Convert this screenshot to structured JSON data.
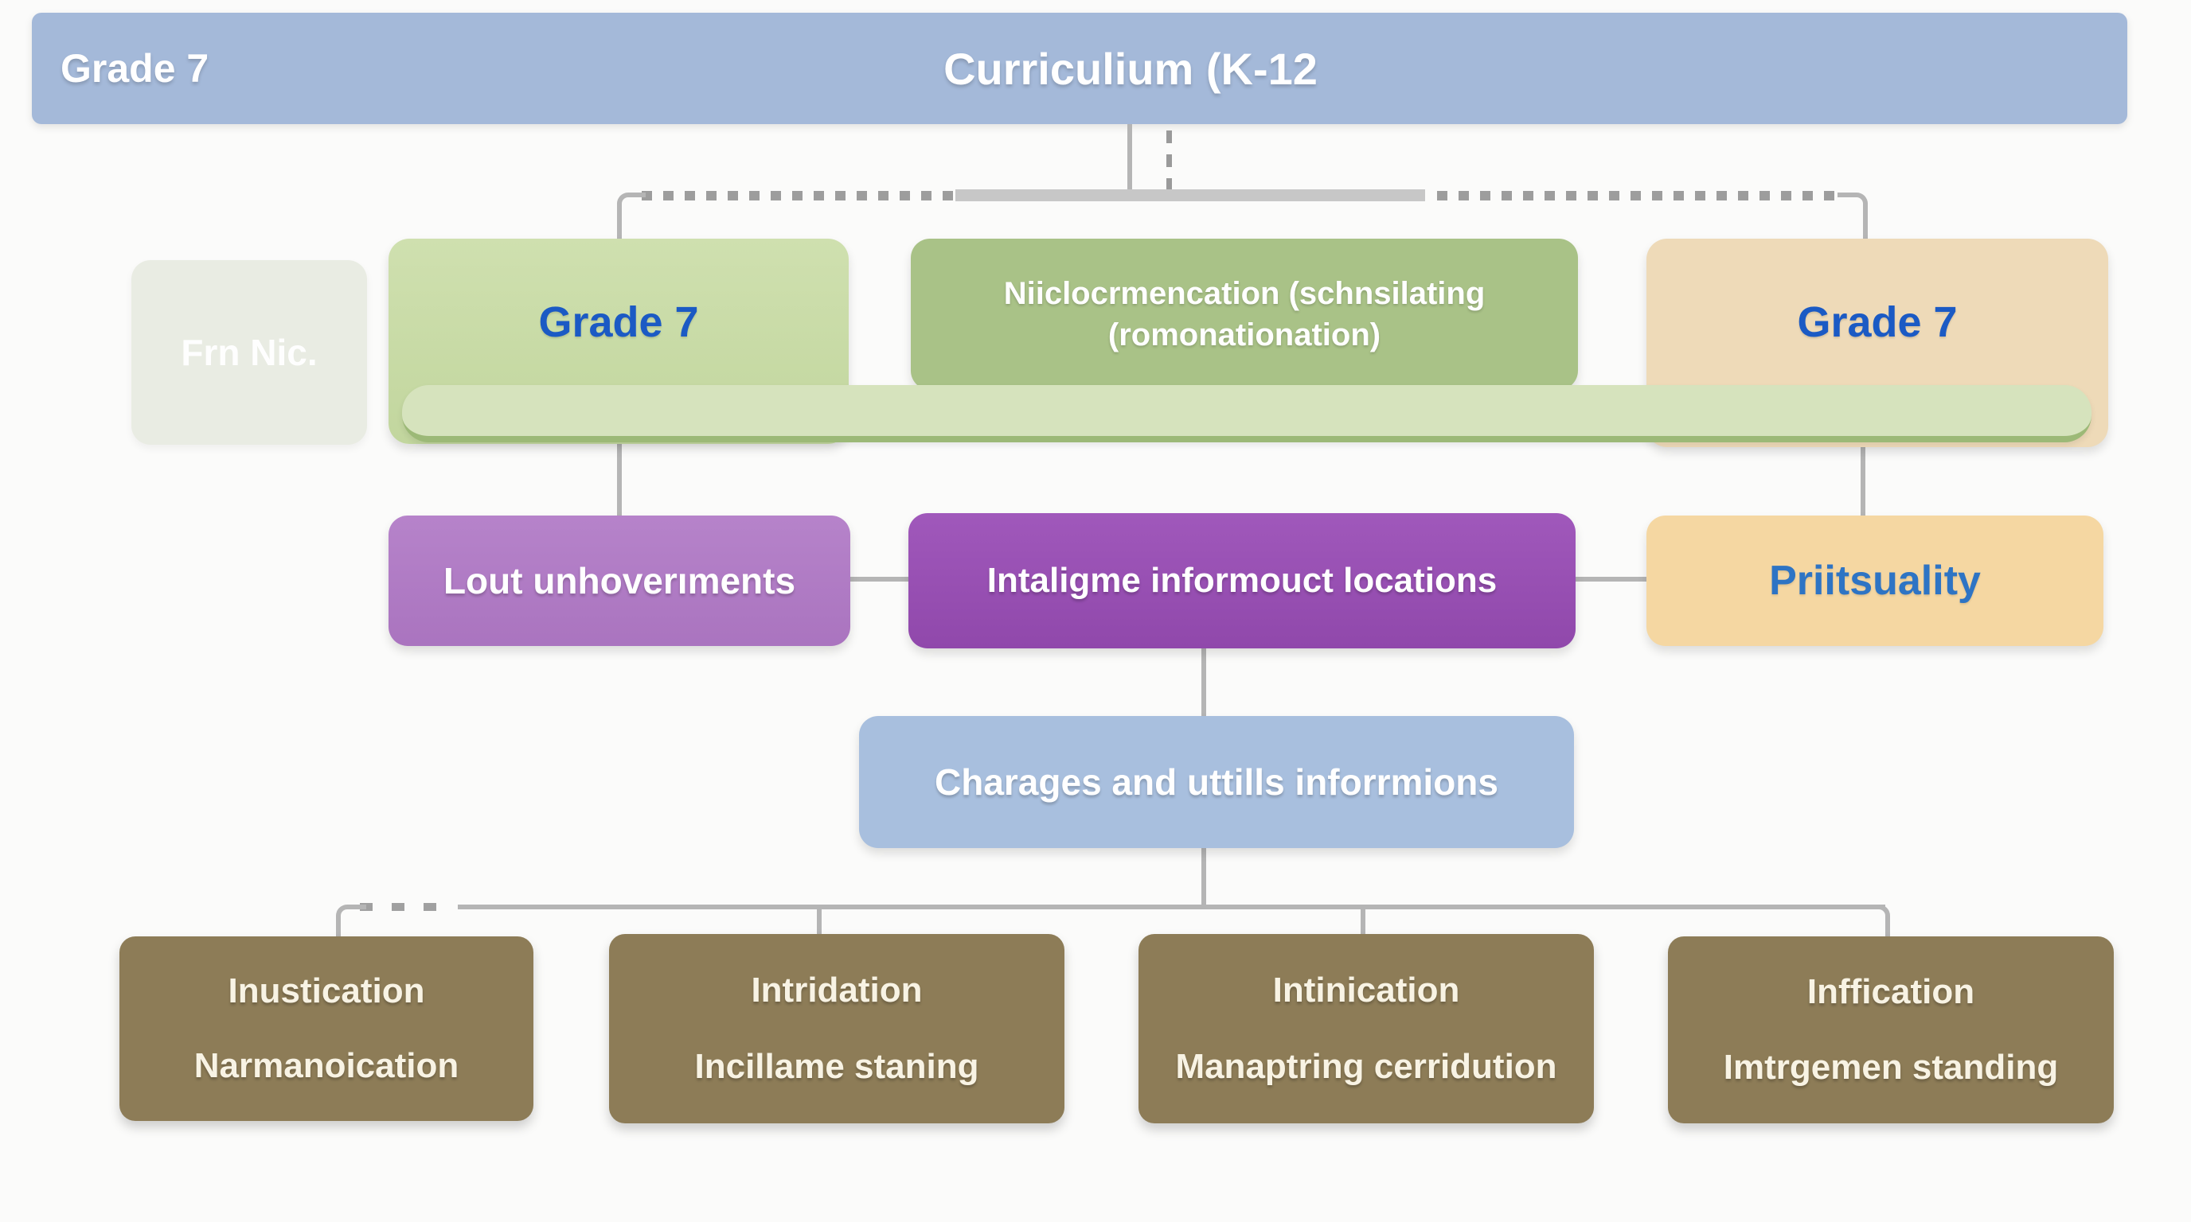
{
  "banner": {
    "grade_label": "Grade 7",
    "title": "Curriculium (K-12",
    "color": "#a4b9d9"
  },
  "level2": {
    "faint_box": {
      "label": "Frn Nic.",
      "color": "#e9ece3"
    },
    "grade7_left": {
      "label": "Grade 7",
      "color": "#c8daa6",
      "text_color": "#1b5ac4"
    },
    "method_box": {
      "line1": "Niiclocrmencation (schnsilating",
      "line2": "(romonationation)",
      "color": "#a9c287"
    },
    "grade7_right": {
      "label": "Grade 7",
      "color": "#eedab8",
      "text_color": "#1b5ac4"
    },
    "band_color": "#d6e3bd"
  },
  "level3": {
    "left": {
      "label": "Lout unhoverıments",
      "color": "#b07ec6"
    },
    "center": {
      "label": "Intaligme informouct locations",
      "color": "#9a50b4"
    },
    "right": {
      "label": "Priitsuality",
      "color": "#f5d7a2",
      "text_color": "#2e74c4"
    }
  },
  "level4": {
    "center": {
      "label": "Charages and uttills inforrmions",
      "color": "#a8bfde"
    }
  },
  "level5": {
    "color": "#8d7c57",
    "boxes": [
      {
        "title": "Inustication",
        "subtitle": "Narmanoication"
      },
      {
        "title": "Intridation",
        "subtitle": "Incillame staning"
      },
      {
        "title": "Intinication",
        "subtitle": "Manaptring cerridution"
      },
      {
        "title": "Inffication",
        "subtitle": "Imtrgemen standing"
      }
    ]
  },
  "connectors": {
    "color": "#b5b5b5",
    "dotted_color": "#9d9d9d"
  }
}
